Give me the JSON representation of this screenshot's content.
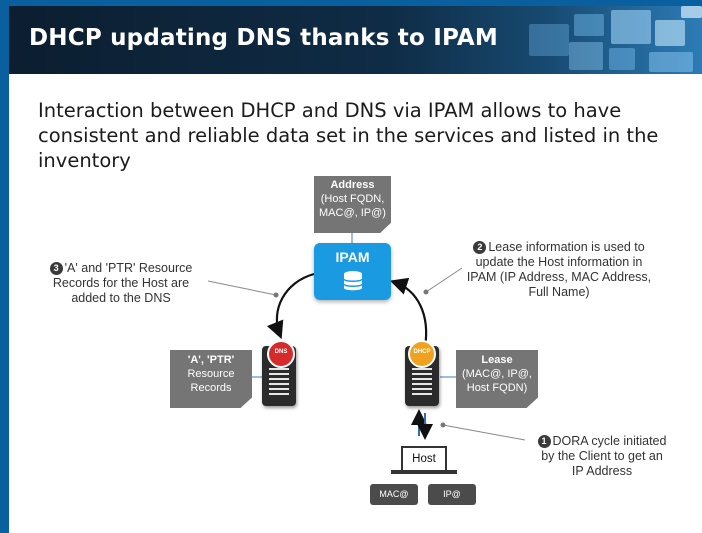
{
  "title": "DHCP updating DNS thanks to IPAM",
  "subtitle": "Interaction between DHCP and DNS via IPAM allows to have consistent and reliable data set in the services and listed in the inventory",
  "ipam": {
    "label": "IPAM",
    "color": "#1a9ae0"
  },
  "address_callout": {
    "heading": "Address",
    "line1": "(Host FQDN,",
    "line2": "MAC@, IP@)"
  },
  "dns_callout": {
    "heading": "'A', 'PTR'",
    "line1": "Resource",
    "line2": "Records"
  },
  "lease_callout": {
    "heading": "Lease",
    "line1": "(MAC@, IP@,",
    "line2": "Host FQDN)"
  },
  "dns_server": {
    "badge": "DNS",
    "badge_color": "#d62b2b"
  },
  "dhcp_server": {
    "badge": "DHCP",
    "badge_color": "#f0a21e"
  },
  "notes": {
    "step3": {
      "number": "3",
      "lines": [
        "'A' and 'PTR' Resource",
        "Records for the Host are",
        "added to the DNS"
      ]
    },
    "step2": {
      "number": "2",
      "lines": [
        "Lease information is used to",
        "update the Host information in",
        "IPAM (IP Address, MAC Address,",
        "Full Name)"
      ]
    },
    "step1": {
      "number": "1",
      "lines": [
        "DORA cycle initiated",
        "by the Client to get an",
        "IP Address"
      ]
    }
  },
  "host": {
    "label": "Host",
    "mac_label": "MAC@",
    "ip_label": "IP@"
  }
}
